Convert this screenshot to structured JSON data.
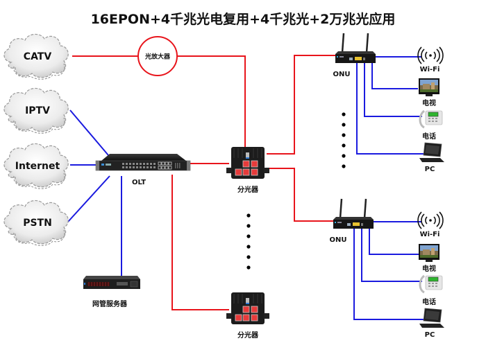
{
  "title": "16EPON+4千兆光电复用+4千兆光+2万兆光应用",
  "colors": {
    "fiber": "#e8141b",
    "copper": "#1a1adf",
    "device": "#1b1b1b"
  },
  "clouds": [
    {
      "id": "catv",
      "label": "CATV"
    },
    {
      "id": "iptv",
      "label": "IPTV"
    },
    {
      "id": "internet",
      "label": "Internet"
    },
    {
      "id": "pstn",
      "label": "PSTN"
    }
  ],
  "amplifier": {
    "label": "光放大器"
  },
  "olt": {
    "label": "OLT"
  },
  "server": {
    "label": "网管服务器"
  },
  "splitters": [
    {
      "label": "分光器"
    },
    {
      "label": "分光器"
    }
  ],
  "onus": [
    {
      "label": "ONU",
      "terminals": [
        {
          "type": "wifi",
          "label": "Wi-Fi"
        },
        {
          "type": "tv",
          "label": "电视"
        },
        {
          "type": "phone",
          "label": "电话"
        },
        {
          "type": "pc",
          "label": "PC"
        }
      ]
    },
    {
      "label": "ONU",
      "terminals": [
        {
          "type": "wifi",
          "label": "Wi-Fi"
        },
        {
          "type": "tv",
          "label": "电视"
        },
        {
          "type": "phone",
          "label": "电话"
        },
        {
          "type": "pc",
          "label": "PC"
        }
      ]
    }
  ],
  "ellipsis": {
    "onu_dots": 6,
    "splitter_dots": 6
  }
}
